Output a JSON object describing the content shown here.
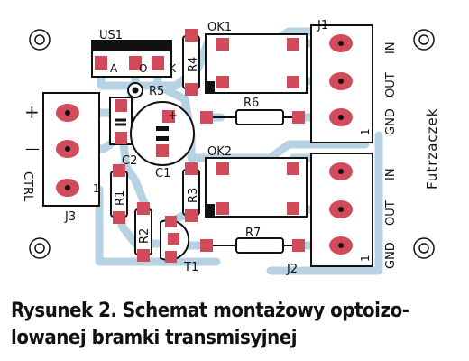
{
  "board": {
    "colors": {
      "trace": "#b7d3e3",
      "copper": "#d24b5a",
      "silkscreen": "#111111",
      "background": "#ffffff"
    },
    "labels": {
      "us1": "US1",
      "us1_pins": "A O K",
      "r5": "R5",
      "r4": "R4",
      "r6": "R6",
      "r3": "R3",
      "r7": "R7",
      "r1": "R1",
      "r2": "R2",
      "ok1": "OK1",
      "ok2": "OK2",
      "j1": "J1",
      "j2": "J2",
      "j3": "J3",
      "c1": "C1",
      "c2": "C2",
      "c1_plus": "+",
      "t1": "T1",
      "j1_pins": [
        "GND",
        "OUT",
        "IN"
      ],
      "j2_pins": [
        "GND",
        "OUT",
        "IN"
      ],
      "pin1": "1",
      "j3_plus": "+",
      "j3_minus": "—",
      "ctrl": "CTRL",
      "author": "Futrzaczek"
    }
  },
  "caption": {
    "line1": "Rysunek 2. Schemat montażowy optoizo-",
    "line2": "lowanej bramki transmisyjnej"
  }
}
